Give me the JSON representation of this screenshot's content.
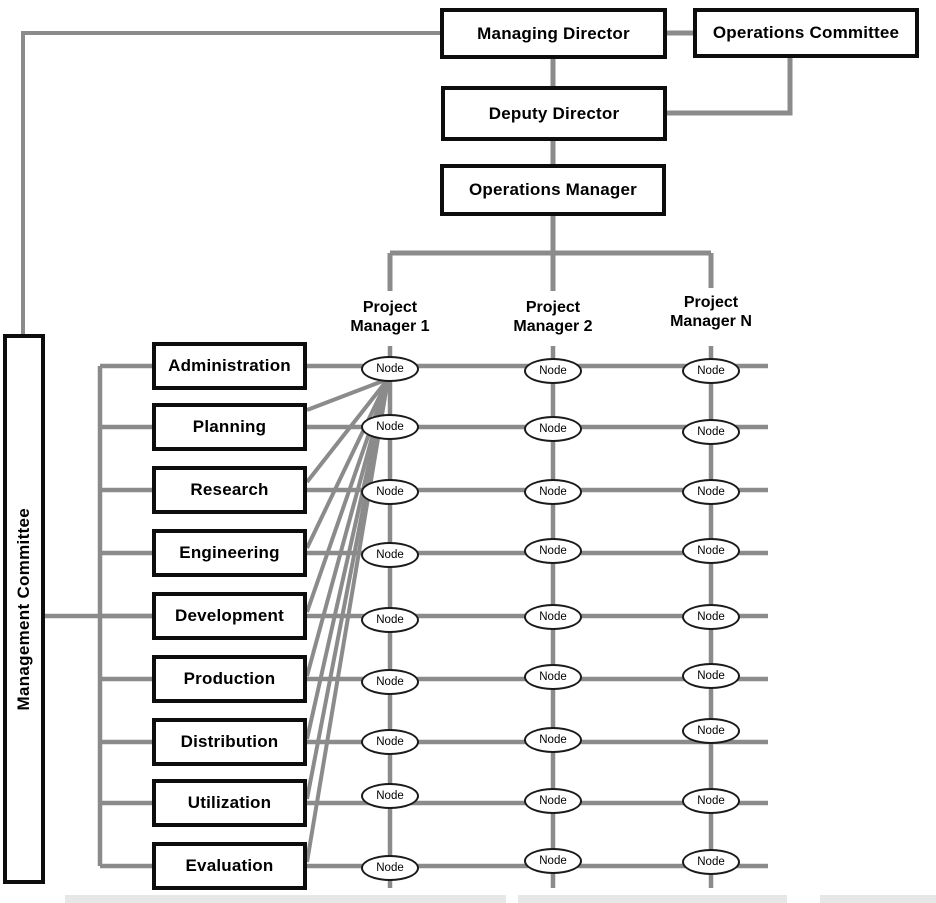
{
  "top": {
    "managing_director": "Managing Director",
    "operations_committee": "Operations Committee",
    "deputy_director": "Deputy Director",
    "operations_manager": "Operations Manager"
  },
  "side": {
    "management_committee": "Management Committee"
  },
  "project_managers": [
    {
      "line1": "Project",
      "line2": "Manager 1"
    },
    {
      "line1": "Project",
      "line2": "Manager 2"
    },
    {
      "line1": "Project",
      "line2": "Manager N"
    }
  ],
  "functions": [
    "Administration",
    "Planning",
    "Research",
    "Engineering",
    "Development",
    "Production",
    "Distribution",
    "Utilization",
    "Evaluation"
  ],
  "node_label": "Node",
  "colors": {
    "connector": "#8b8b8b",
    "box_border": "#0d0d0d",
    "box_fill": "#ffffff",
    "text": "#000000",
    "artifact_bar": "#e7e7e7"
  }
}
